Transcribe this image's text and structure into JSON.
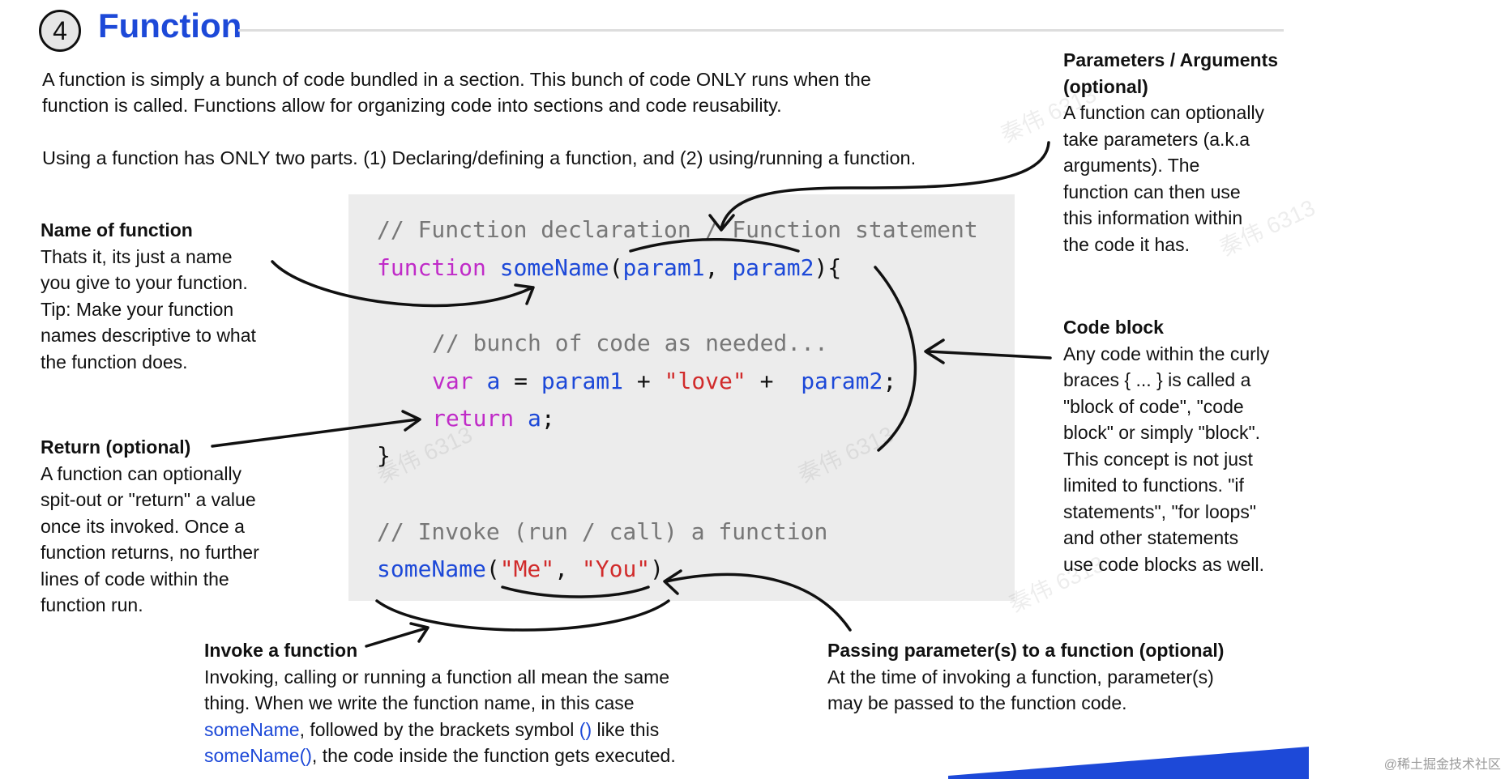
{
  "header": {
    "badge_number": "4",
    "title": "Function"
  },
  "intro": {
    "line1": "A function is simply a bunch of code bundled in a section. This bunch of code ONLY runs when the",
    "line2": "function is called. Functions allow for organizing code into sections and code reusability.",
    "line3": "Using a function has ONLY two parts. (1) Declaring/defining a function, and (2) using/running a function."
  },
  "code": {
    "comment_declaration": "// Function declaration / Function statement",
    "kw_function": "function",
    "fn_name": "someName",
    "paren_open": "(",
    "param1": "param1",
    "comma_space": ", ",
    "param2": "param2",
    "paren_close_brace": "){",
    "comment_body": "// bunch of code as needed...",
    "kw_var": "var",
    "var_a": "a",
    "assign": " = ",
    "plus1": " + ",
    "str_love": "\"love\"",
    "plus2": " +  ",
    "semicolon": ";",
    "kw_return": "return",
    "return_a": "a",
    "return_semi": ";",
    "close_brace": "}",
    "comment_invoke": "// Invoke (run / call) a function",
    "call_name": "someName",
    "call_open": "(",
    "str_me": "\"Me\"",
    "call_comma": ", ",
    "str_you": "\"You\"",
    "call_close": ")"
  },
  "annotations": {
    "name": {
      "heading": "Name of function",
      "lines": [
        "Thats it, its just a name",
        "you give to your function.",
        "Tip: Make your function",
        "names descriptive to what",
        "the function does."
      ]
    },
    "return": {
      "heading": "Return (optional)",
      "lines": [
        "A function can optionally",
        "spit-out or \"return\" a value",
        "once its invoked. Once a",
        "function returns, no further",
        "lines of code within the",
        "function run."
      ]
    },
    "params": {
      "heading_line1": "Parameters / Arguments",
      "heading_line2": "(optional)",
      "lines": [
        "A function can optionally",
        "take parameters (a.k.a",
        "arguments). The",
        "function can then use",
        "this information within",
        "the code it has."
      ]
    },
    "block": {
      "heading": "Code block",
      "lines": [
        "Any code within the curly",
        "braces { ... } is called a",
        "\"block of code\", \"code",
        "block\" or simply \"block\".",
        "This concept is not just",
        "limited to functions. \"if",
        "statements\", \"for loops\"",
        "and other statements",
        "use code blocks as well."
      ]
    },
    "invoke": {
      "heading": "Invoke a function",
      "line1": "Invoking, calling or running a function all mean the same",
      "line2": "thing. When we write the function name, in this case",
      "line3_blue1": "someName",
      "line3_mid": ", followed by the brackets symbol ",
      "line3_blue2": "()",
      "line3_end": " like this",
      "line4_blue": "someName()",
      "line4_end": ", the code inside the function gets executed."
    },
    "passing": {
      "heading": "Passing parameter(s) to a function (optional)",
      "line1": "At the time of invoking a function, parameter(s)",
      "line2": "may be passed to the function code."
    }
  },
  "watermark": "秦伟 6313",
  "credit": "@稀土掘金技术社区",
  "colors": {
    "accent_blue": "#1d49d8",
    "keyword_magenta": "#c02bc8",
    "string_red": "#d12b2b",
    "comment_gray": "#777777",
    "code_panel": "#ececec"
  }
}
